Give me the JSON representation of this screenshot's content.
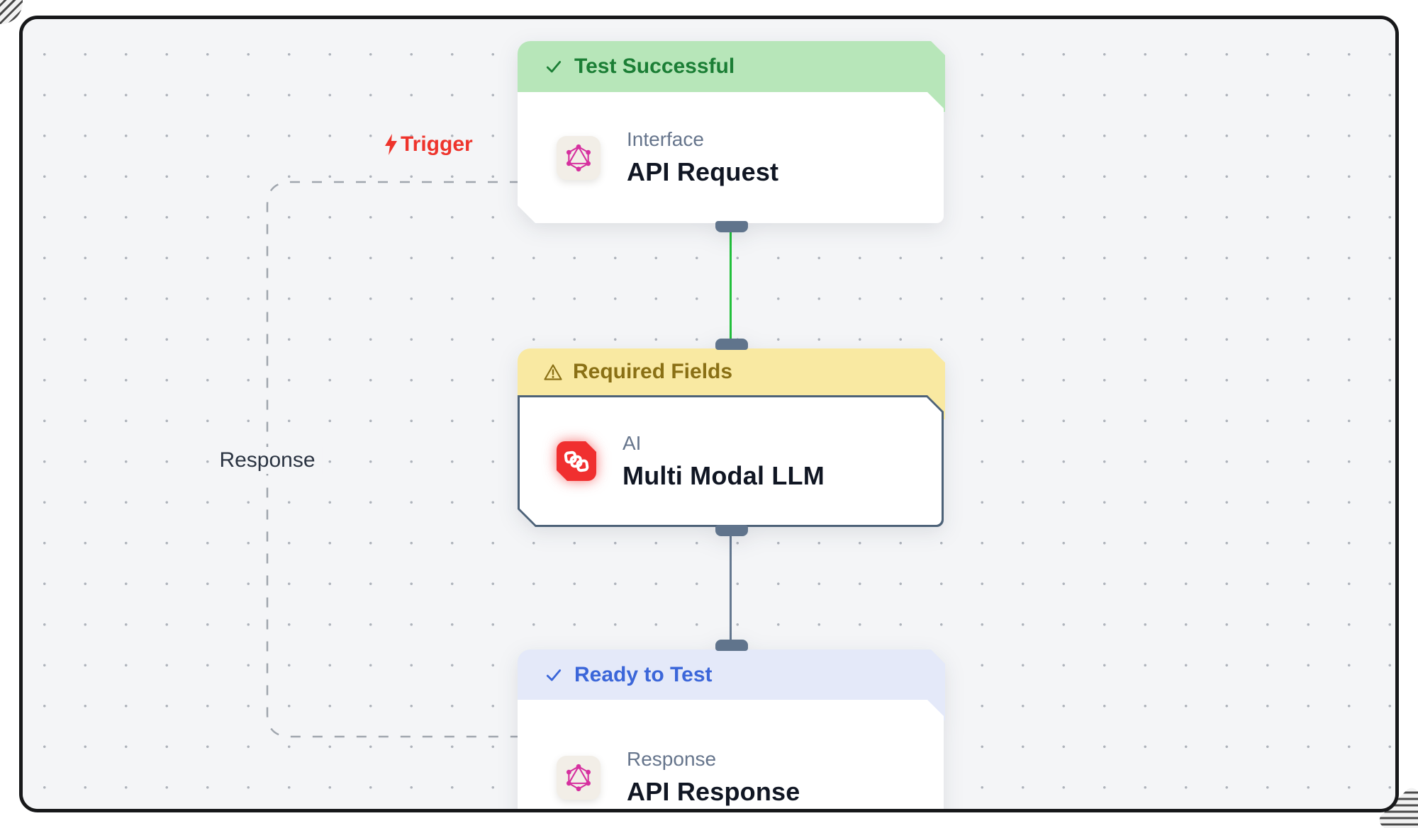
{
  "canvas": {
    "background_color": "#f4f5f7",
    "frame_color": "#17181a",
    "dot_color": "#aeb3bb"
  },
  "edges": {
    "trigger_label": "Trigger",
    "trigger_color": "#ee342c",
    "response_label": "Response",
    "response_loop_style": "dashed",
    "success_edge_color": "#22c03c",
    "default_edge_color": "#647890",
    "connector_color": "#60748c"
  },
  "nodes": [
    {
      "status": {
        "label": "Test Successful",
        "icon": "check-icon",
        "type": "success",
        "bg_color": "#b7e6b9",
        "text_color": "#1b7e35"
      },
      "category": "Interface",
      "title": "API Request",
      "icon": "graphql-icon",
      "icon_color": "#d6309f",
      "selected": false
    },
    {
      "status": {
        "label": "Required Fields",
        "icon": "warning-icon",
        "type": "warning",
        "bg_color": "#f9e9a2",
        "text_color": "#8a7015"
      },
      "category": "AI",
      "title": "Multi Modal LLM",
      "icon": "chain-icon",
      "icon_color": "#f02f2f",
      "selected": true
    },
    {
      "status": {
        "label": "Ready to Test",
        "icon": "check-icon",
        "type": "info",
        "bg_color": "#e4e9f9",
        "text_color": "#3b66d9"
      },
      "category": "Response",
      "title": "API Response",
      "icon": "graphql-icon",
      "icon_color": "#d6309f",
      "selected": false
    }
  ]
}
